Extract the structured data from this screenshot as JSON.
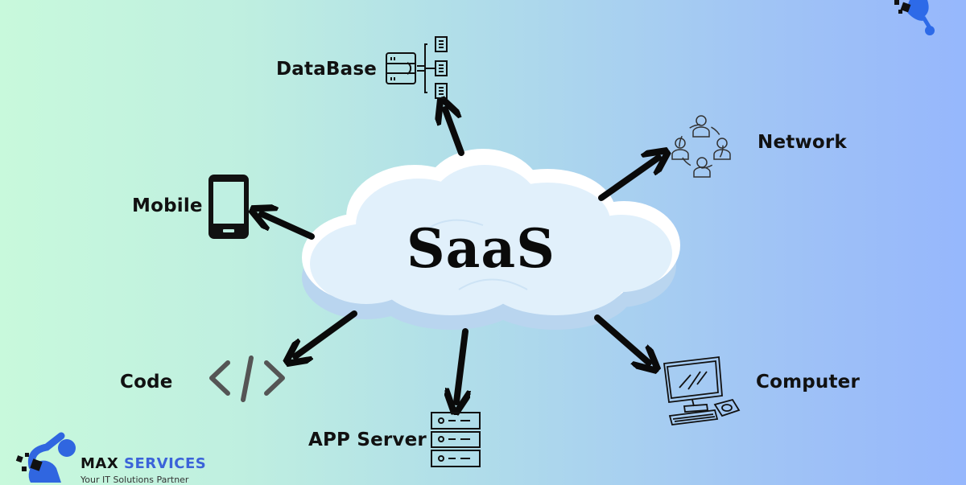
{
  "diagram": {
    "title": "SaaS",
    "center_icon": "cloud-icon",
    "nodes": [
      {
        "id": "database",
        "label": "DataBase",
        "icon": "database-icon"
      },
      {
        "id": "network",
        "label": "Network",
        "icon": "network-icon"
      },
      {
        "id": "mobile",
        "label": "Mobile",
        "icon": "mobile-phone-icon"
      },
      {
        "id": "code",
        "label": "Code",
        "icon": "code-icon"
      },
      {
        "id": "app_server",
        "label": "APP Server",
        "icon": "server-icon"
      },
      {
        "id": "computer",
        "label": "Computer",
        "icon": "computer-icon"
      }
    ],
    "edges": [
      {
        "from": "SaaS",
        "to": "database"
      },
      {
        "from": "SaaS",
        "to": "network"
      },
      {
        "from": "SaaS",
        "to": "mobile"
      },
      {
        "from": "SaaS",
        "to": "code"
      },
      {
        "from": "SaaS",
        "to": "app_server"
      },
      {
        "from": "SaaS",
        "to": "computer"
      }
    ]
  },
  "branding": {
    "name_part1": "MAX",
    "name_part2": "SERVICES",
    "tagline": "Your IT Solutions Partner",
    "accent_color": "#3b63d9"
  },
  "colors": {
    "background_left": "#c8f9dc",
    "background_right": "#96b7fc",
    "cloud_fill": "#e0f0fb",
    "cloud_shadow": "#b8d4ee"
  }
}
